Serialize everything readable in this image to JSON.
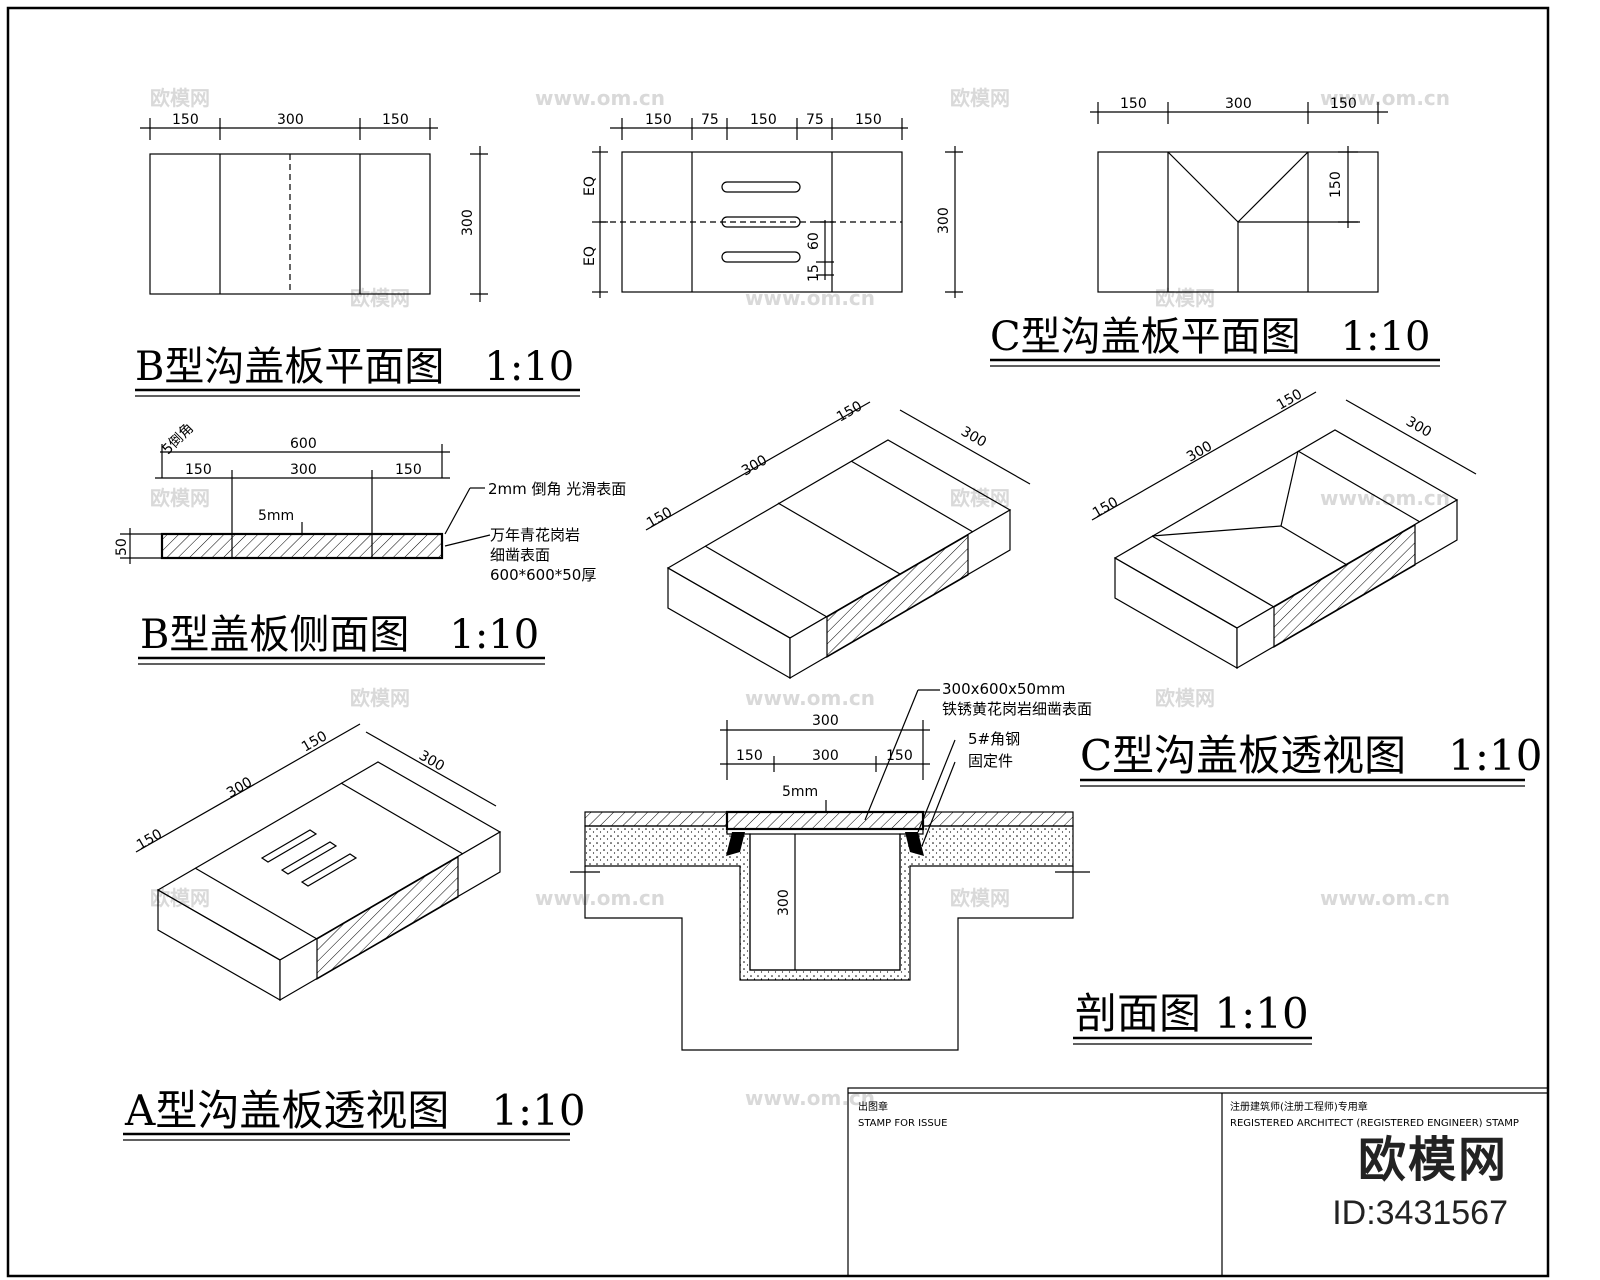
{
  "titles": {
    "b_plan": "B型沟盖板平面图　1:10",
    "c_plan": "C型沟盖板平面图　1:10",
    "b_side": "B型盖板侧面图　1:10",
    "c_persp": "C型沟盖板透视图　1:10",
    "a_persp": "A型沟盖板透视图　1:10",
    "section": "剖面图 1:10"
  },
  "dims": {
    "d150": "150",
    "d300": "300",
    "d75": "75",
    "d600": "600",
    "d60": "60",
    "d15": "15",
    "d50": "50",
    "eq": "EQ",
    "mm5": "5mm"
  },
  "notes": {
    "chamfer": "2mm 倒角 光滑表面",
    "granite1": "万年青花岗岩",
    "granite2": "细凿表面",
    "granite3": "600*600*50厚",
    "sec1": "300x600x50mm",
    "sec2": "铁锈黄花岗岩细凿表面",
    "sec3": "5#角钢",
    "sec4": "固定件",
    "side_tag": "5倒角"
  },
  "stamp": {
    "issue_cn": "出图章",
    "issue_en": "STAMP FOR ISSUE",
    "reg_cn": "注册建筑师(注册工程师)专用章",
    "reg_en": "REGISTERED ARCHITECT (REGISTERED ENGINEER) STAMP"
  },
  "brand": {
    "name": "欧模网",
    "id": "ID:3431567"
  },
  "watermark": {
    "cn": "欧模网",
    "url": "www.om.cn"
  }
}
